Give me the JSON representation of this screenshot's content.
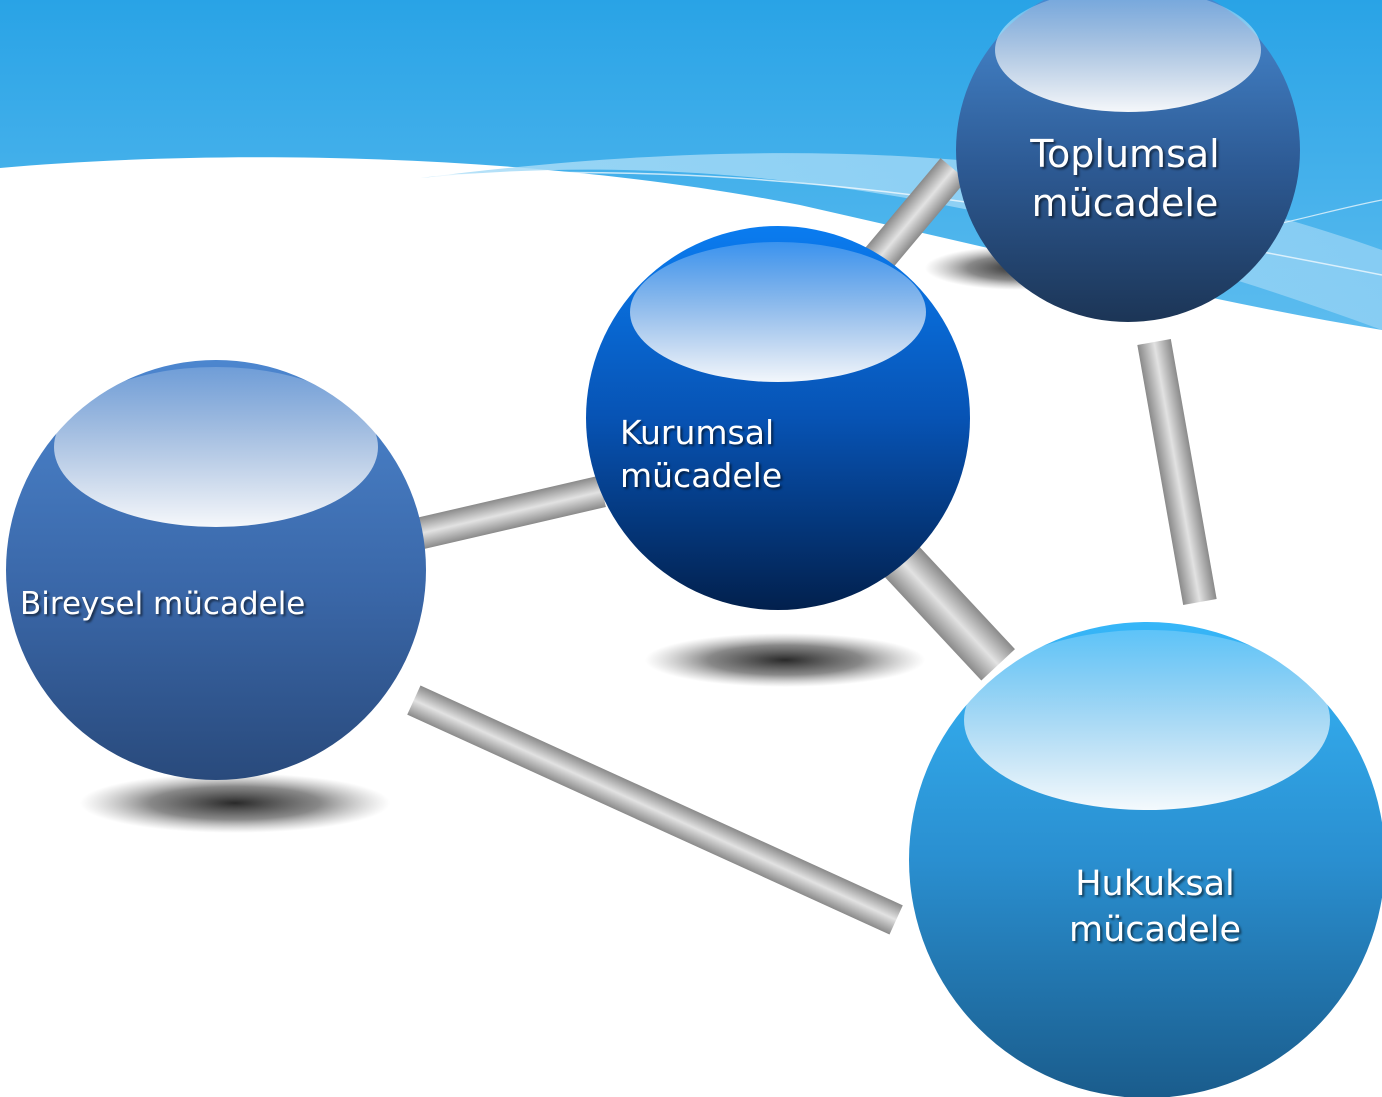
{
  "diagram": {
    "nodes": [
      {
        "id": "bireysel",
        "label": "Bireysel mücadele",
        "color": "#3d6fb3"
      },
      {
        "id": "kurumsal",
        "label": "Kurumsal\nmücadele",
        "color": "#0a4fb0"
      },
      {
        "id": "toplumsal",
        "label": "Toplumsal\nmücadele",
        "color": "#2b4f80"
      },
      {
        "id": "hukuksal",
        "label": "Hukuksal\nmücadele",
        "color": "#2a8fd0"
      }
    ],
    "connections": [
      {
        "from": "bireysel",
        "to": "kurumsal"
      },
      {
        "from": "kurumsal",
        "to": "toplumsal"
      },
      {
        "from": "toplumsal",
        "to": "hukuksal"
      },
      {
        "from": "kurumsal",
        "to": "hukuksal"
      },
      {
        "from": "bireysel",
        "to": "hukuksal"
      }
    ],
    "colors": {
      "background_band_top": "#29a3e6",
      "background_band_light": "#9ad6f6",
      "connector_gray": "#b3b3b3"
    }
  }
}
